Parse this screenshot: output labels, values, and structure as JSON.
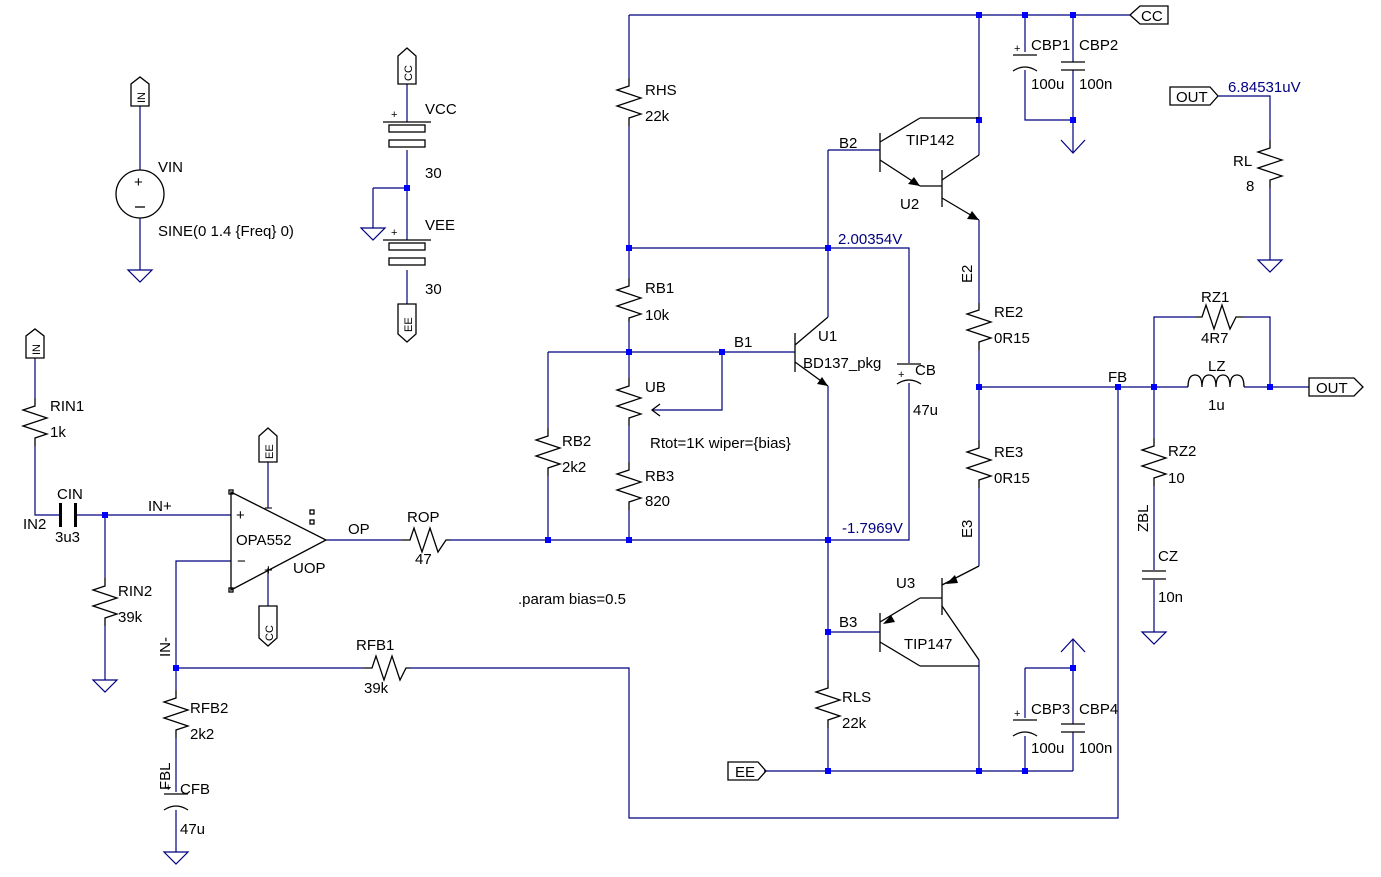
{
  "colors": {
    "wire": "#000080",
    "junction": "#0000ff",
    "component": "#000000",
    "voltage_label": "#000080",
    "background": "#ffffff"
  },
  "ports": {
    "in": "IN",
    "cc": "CC",
    "ee": "EE",
    "out": "OUT"
  },
  "sources": {
    "vin": {
      "name": "VIN",
      "value": "SINE(0 1.4 {Freq} 0)"
    },
    "vcc": {
      "name": "VCC",
      "value": "30"
    },
    "vee": {
      "name": "VEE",
      "value": "30"
    }
  },
  "components": {
    "rin1": {
      "name": "RIN1",
      "value": "1k"
    },
    "cin": {
      "name": "CIN",
      "value": "3u3"
    },
    "rin2": {
      "name": "RIN2",
      "value": "39k"
    },
    "uop": {
      "name": "UOP",
      "value": "OPA552"
    },
    "rop": {
      "name": "ROP",
      "value": "47"
    },
    "rfb1": {
      "name": "RFB1",
      "value": "39k"
    },
    "rfb2": {
      "name": "RFB2",
      "value": "2k2"
    },
    "cfb": {
      "name": "CFB",
      "value": "47u"
    },
    "rhs": {
      "name": "RHS",
      "value": "22k"
    },
    "rb1": {
      "name": "RB1",
      "value": "10k"
    },
    "rb2": {
      "name": "RB2",
      "value": "2k2"
    },
    "ub": {
      "name": "UB",
      "value": "Rtot=1K wiper={bias}"
    },
    "rb3": {
      "name": "RB3",
      "value": "820"
    },
    "u1": {
      "name": "U1",
      "value": "BD137_pkg"
    },
    "cb": {
      "name": "CB",
      "value": "47u"
    },
    "u2": {
      "name": "U2",
      "value": "TIP142"
    },
    "u3": {
      "name": "U3",
      "value": "TIP147"
    },
    "rls": {
      "name": "RLS",
      "value": "22k"
    },
    "re2": {
      "name": "RE2",
      "value": "0R15"
    },
    "re3": {
      "name": "RE3",
      "value": "0R15"
    },
    "cbp1": {
      "name": "CBP1",
      "value": "100u"
    },
    "cbp2": {
      "name": "CBP2",
      "value": "100n"
    },
    "cbp3": {
      "name": "CBP3",
      "value": "100u"
    },
    "cbp4": {
      "name": "CBP4",
      "value": "100n"
    },
    "rz1": {
      "name": "RZ1",
      "value": "4R7"
    },
    "lz": {
      "name": "LZ",
      "value": "1u"
    },
    "rz2": {
      "name": "RZ2",
      "value": "10"
    },
    "cz": {
      "name": "CZ",
      "value": "10n"
    },
    "rl": {
      "name": "RL",
      "value": "8"
    }
  },
  "nets": {
    "in2": "IN2",
    "in_plus": "IN+",
    "in_minus": "IN-",
    "op": "OP",
    "fbl": "FBL",
    "b1": "B1",
    "b2": "B2",
    "b3": "B3",
    "e2": "E2",
    "e3": "E3",
    "fb": "FB",
    "zbl": "ZBL"
  },
  "voltages": {
    "b2_node": "2.00354V",
    "op_node": "-1.7969V",
    "out_node": "6.84531uV"
  },
  "directive": ".param bias=0.5"
}
